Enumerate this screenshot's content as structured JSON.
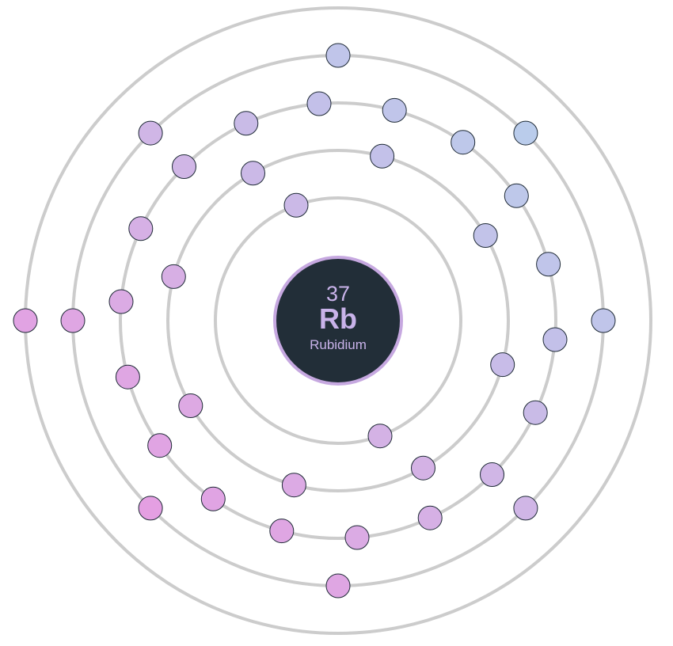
{
  "element": {
    "atomic_number": "37",
    "symbol": "Rb",
    "name": "Rubidium"
  },
  "shells": [
    {
      "index": 1,
      "electron_count": 2
    },
    {
      "index": 2,
      "electron_count": 8
    },
    {
      "index": 3,
      "electron_count": 18
    },
    {
      "index": 4,
      "electron_count": 8
    },
    {
      "index": 5,
      "electron_count": 1
    }
  ],
  "colors": {
    "nucleus_fill": "#222e38",
    "nucleus_stroke": "#c6a8e0",
    "nucleus_text": "#c9b3ea",
    "ring": "#cccccc",
    "electron_stroke": "#1e2a36",
    "electron_gradient": [
      "#b7d1ec",
      "#c6bde8",
      "#d9aee4",
      "#e79be2"
    ]
  }
}
